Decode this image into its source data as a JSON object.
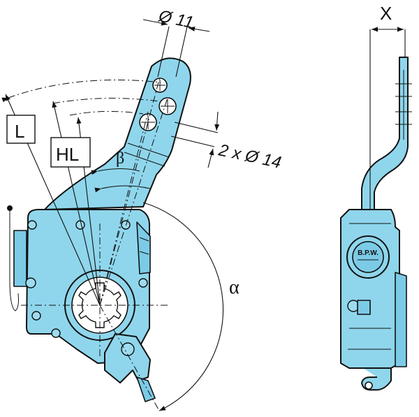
{
  "labels": {
    "diameter_small": "Ø 11",
    "holes_spec": "2 x Ø 14",
    "length_L": "L",
    "length_HL": "HL",
    "angle_beta": "β",
    "angle_alpha": "α",
    "offset_X": "X",
    "logo_text": "B.P.W."
  },
  "colors": {
    "part_fill": "#8fd6ec",
    "outline": "#111111",
    "background": "#ffffff"
  }
}
